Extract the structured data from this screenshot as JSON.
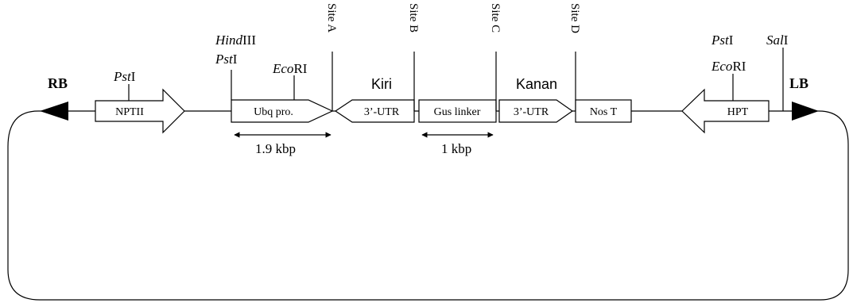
{
  "borders": {
    "rb": "RB",
    "lb": "LB"
  },
  "features": {
    "nptii": "NPTII",
    "ubq": "Ubq pro.",
    "utr1": "3’-UTR",
    "gus": "Gus linker",
    "utr2": "3’-UTR",
    "nos": "Nos T",
    "hpt": "HPT"
  },
  "sites": {
    "a": "Site A",
    "b": "Site B",
    "c": "Site C",
    "d": "Site D"
  },
  "labels": {
    "kiri": "Kiri",
    "kanan": "Kanan"
  },
  "restriction": {
    "pst_nptii": {
      "italic": "Pst",
      "roman": "I"
    },
    "hind": {
      "italic": "Hind",
      "roman": "III"
    },
    "pst_ubq": {
      "italic": "Pst",
      "roman": "I"
    },
    "eco_ubq": {
      "italic": "Eco",
      "roman": "RI"
    },
    "pst_hpt": {
      "italic": "Pst",
      "roman": "I"
    },
    "eco_hpt": {
      "italic": "Eco",
      "roman": "RI"
    },
    "sal": {
      "italic": "Sal",
      "roman": "I"
    }
  },
  "measures": {
    "ubq_size": "1.9 kbp",
    "linker_size": "1 kbp"
  },
  "colors": {
    "stroke": "#000000",
    "background": "#ffffff"
  }
}
